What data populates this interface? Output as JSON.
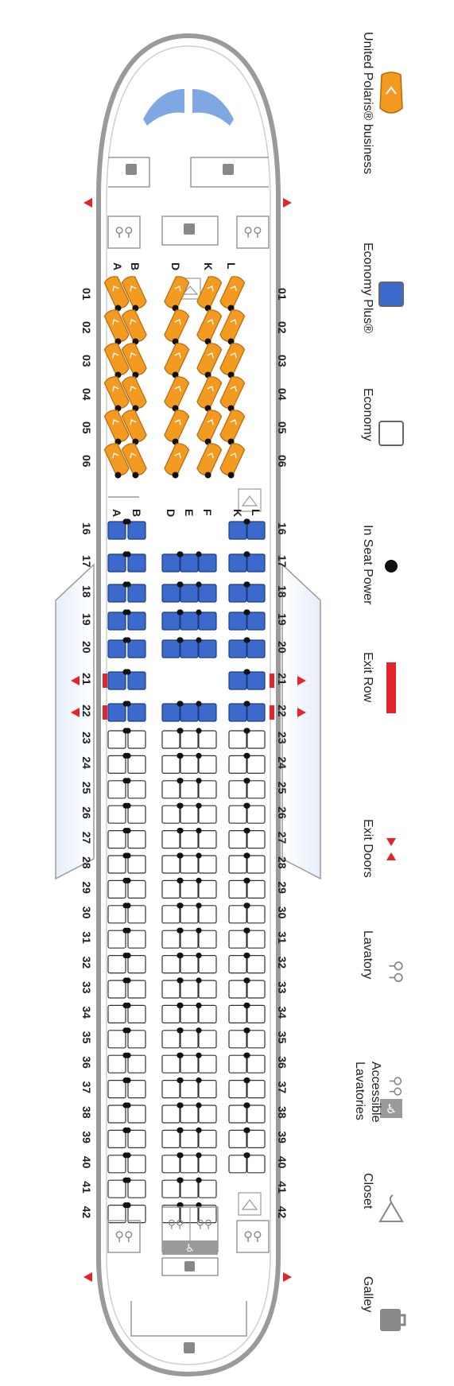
{
  "legend": {
    "items": [
      {
        "key": "polaris",
        "label": "United Polaris® business",
        "icon": "polaris-seat-icon"
      },
      {
        "key": "plus",
        "label": "Economy Plus®",
        "icon": "economy-plus-seat-icon"
      },
      {
        "key": "economy",
        "label": "Economy",
        "icon": "economy-seat-icon"
      },
      {
        "key": "power",
        "label": "In Seat Power",
        "icon": "power-dot-icon"
      },
      {
        "key": "exitrow",
        "label": "Exit Row",
        "icon": "exit-row-icon"
      },
      {
        "key": "exitdoors",
        "label": "Exit Doors",
        "icon": "exit-doors-icon"
      },
      {
        "key": "lavatory",
        "label": "Lavatory",
        "icon": "lavatory-icon"
      },
      {
        "key": "accessible",
        "label": "Accessible Lavatories",
        "label_lines": [
          "Accessible",
          "Lavatories"
        ],
        "icon": "accessible-lavatory-icon"
      },
      {
        "key": "closet",
        "label": "Closet",
        "icon": "closet-icon"
      },
      {
        "key": "galley",
        "label": "Galley",
        "icon": "galley-icon"
      }
    ]
  },
  "columns": {
    "business": [
      "A",
      "B",
      "D",
      "K",
      "L"
    ],
    "economy": [
      "A",
      "B",
      "D",
      "E",
      "F",
      "K",
      "L"
    ]
  },
  "business_rows": [
    "01",
    "02",
    "03",
    "04",
    "05",
    "06"
  ],
  "plus_rows": [
    "16",
    "17",
    "18",
    "19",
    "20",
    "21",
    "22"
  ],
  "economy_rows": [
    "23",
    "24",
    "25",
    "26",
    "27",
    "28",
    "29",
    "30",
    "31",
    "32",
    "33",
    "34",
    "35",
    "36",
    "37",
    "38",
    "39",
    "40",
    "41",
    "42"
  ],
  "exit_rows": [
    "21",
    "22"
  ],
  "colors": {
    "polaris": "#F39A21",
    "plus": "#3C6ACC",
    "exit": "#E3242B",
    "fuselage": "#9a9a9a",
    "window": "#6f9ee0"
  }
}
